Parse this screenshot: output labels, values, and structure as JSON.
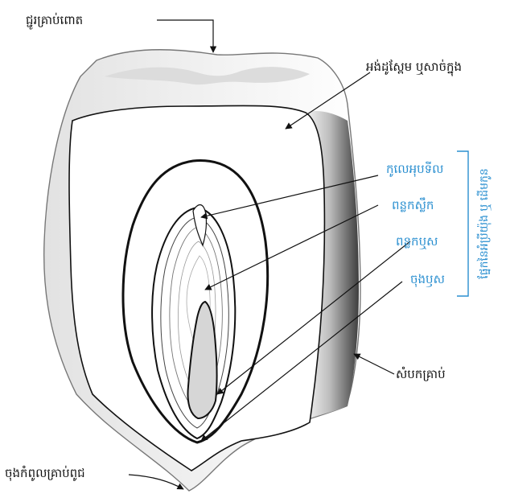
{
  "labels": {
    "top_crease": "ជ្ជូរគ្រាប់ពោត",
    "endosperm": "អង់ដូស្ពែម ឬសាច់ក្នុង",
    "coleoptile": "កូលេអុបទីល",
    "plumule": "ពន្លកស្លឹក",
    "radicle": "ពន្លកឬស",
    "root_tip": "ចុងឫស",
    "pericarp": "សំបកគ្រាប់",
    "tip_cap": "ចុងកំពូលគ្រាប់ពូជ"
  },
  "embryo_group_label": "ផ្នែកនៃអំប្រីយ៉ុង ឬ ដើមកូន",
  "colors": {
    "accent_blue": "#2a8fd0",
    "outline": "#111111",
    "side_shade_dark": "#4a4a4a",
    "side_shade_light": "#f2f2f2"
  }
}
